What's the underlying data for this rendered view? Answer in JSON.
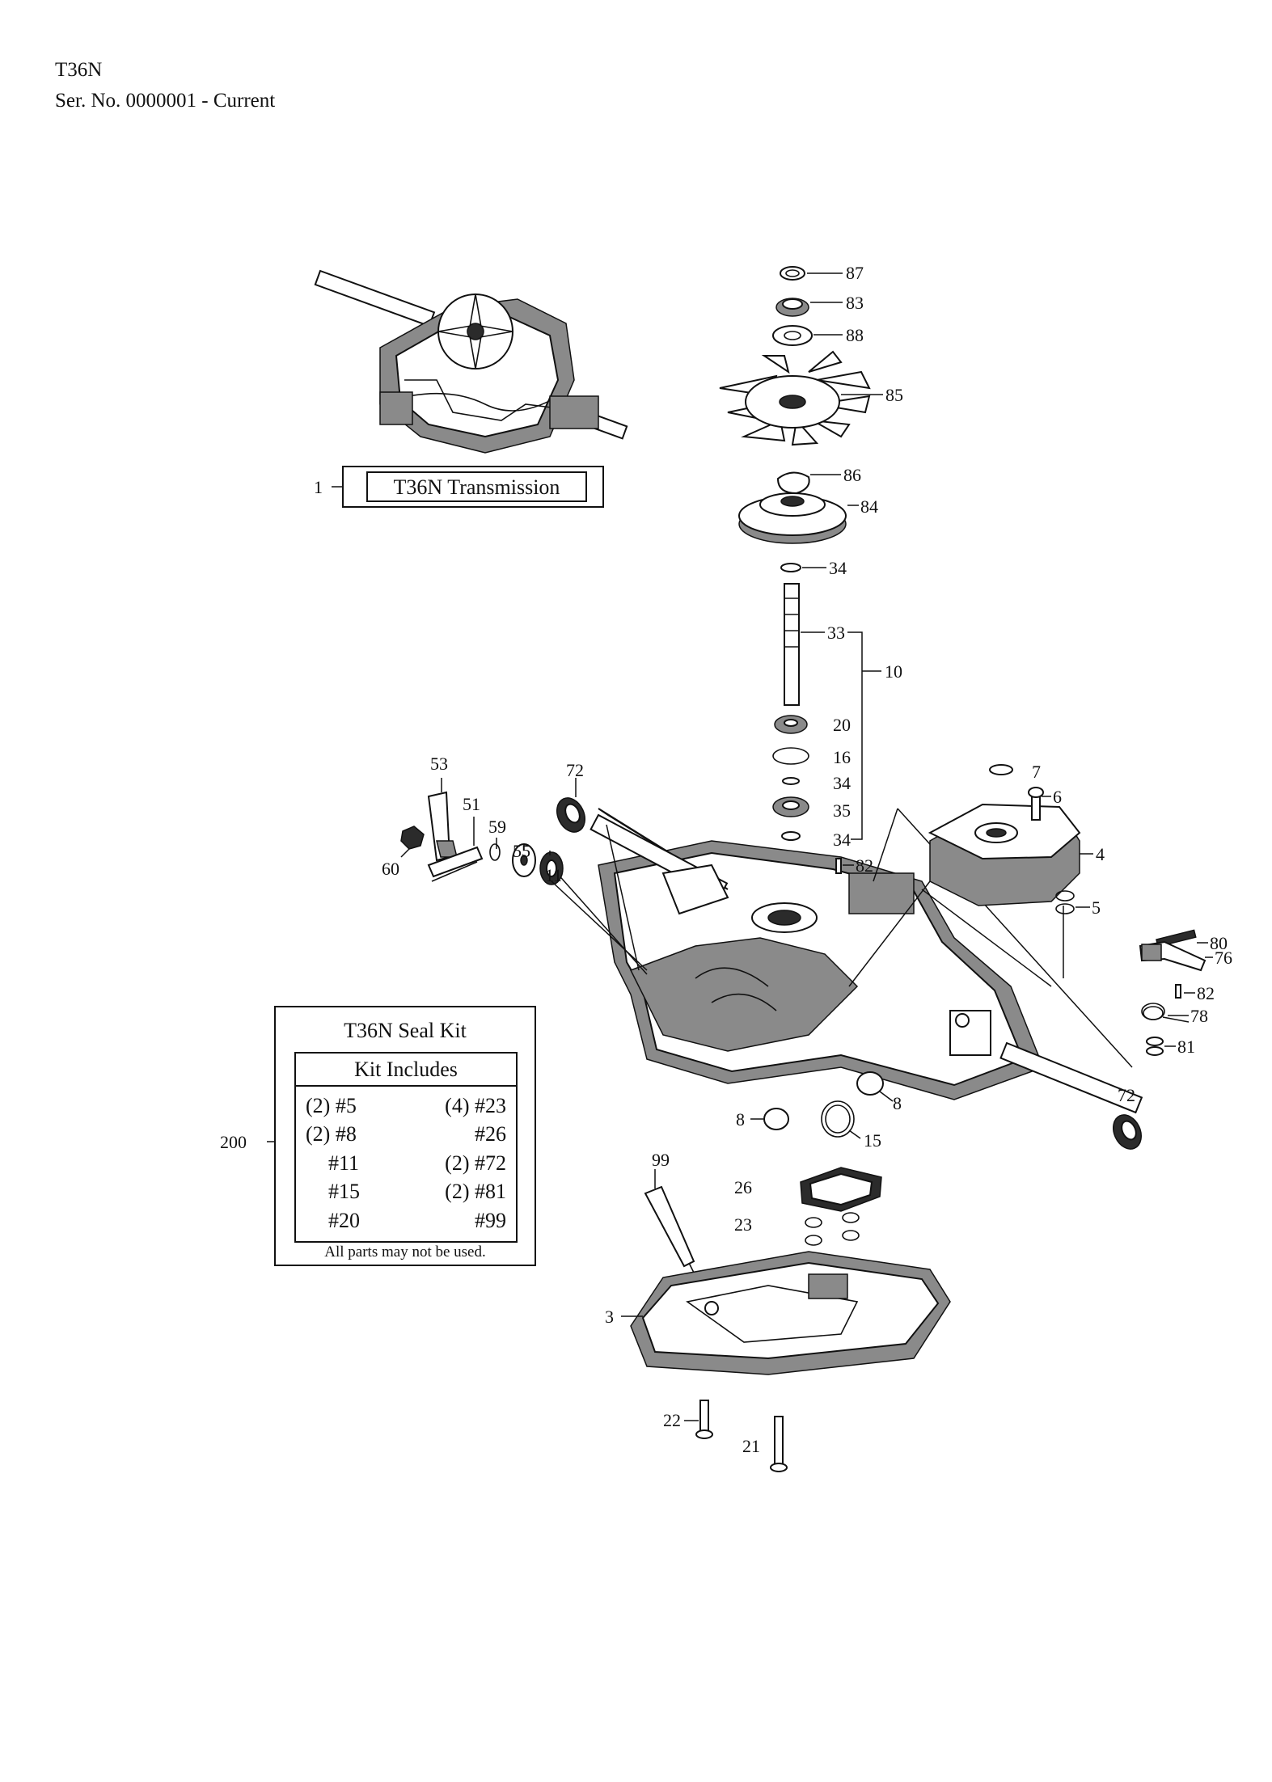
{
  "header": {
    "model": "T36N",
    "serial": "Ser. No. 0000001 - Current"
  },
  "transmission_label": "T36N Transmission",
  "seal_kit": {
    "title": "T36N Seal Kit",
    "subtitle": "Kit Includes",
    "items": [
      "(2) #5",
      "(4) #23",
      "(2) #8",
      "#26",
      "#11",
      "(2) #72",
      "#15",
      "(2) #81",
      "#20",
      "#99"
    ],
    "note": "All parts may not be used."
  },
  "callouts": {
    "c1": "1",
    "c3": "3",
    "c4": "4",
    "c5": "5",
    "c6": "6",
    "c7": "7",
    "c8a": "8",
    "c8b": "8",
    "c10": "10",
    "c11": "11",
    "c15": "15",
    "c16": "16",
    "c20": "20",
    "c21": "21",
    "c22": "22",
    "c23": "23",
    "c26": "26",
    "c33": "33",
    "c34a": "34",
    "c34b": "34",
    "c34c": "34",
    "c35": "35",
    "c51": "51",
    "c53": "53",
    "c55": "55",
    "c59": "59",
    "c60": "60",
    "c72a": "72",
    "c72b": "72",
    "c76": "76",
    "c78": "78",
    "c80": "80",
    "c81": "81",
    "c82a": "82",
    "c82b": "82",
    "c83": "83",
    "c84": "84",
    "c85": "85",
    "c86": "86",
    "c87": "87",
    "c88": "88",
    "c99": "99",
    "c200": "200"
  }
}
